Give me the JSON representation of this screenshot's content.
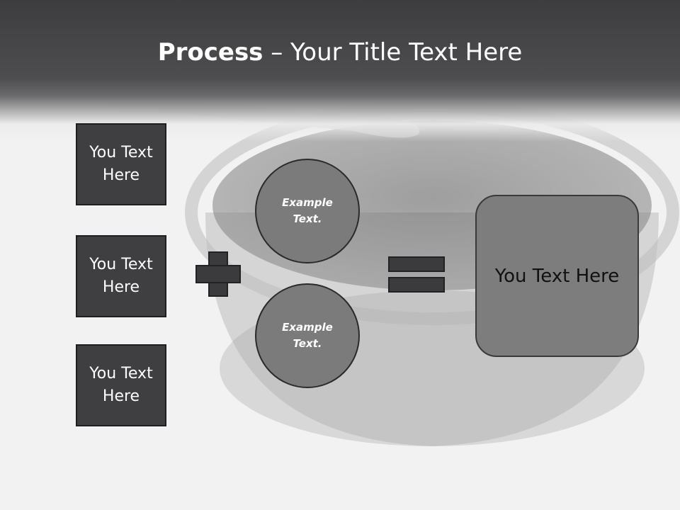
{
  "title": {
    "bold": "Process",
    "rest": " – Your Title Text Here"
  },
  "left_boxes": [
    {
      "label": "You Text Here"
    },
    {
      "label": "You Text Here"
    },
    {
      "label": "You Text Here"
    }
  ],
  "circles": [
    {
      "label": "Example Text."
    },
    {
      "label": "Example Text."
    }
  ],
  "result": {
    "label": "You Text Here"
  },
  "colors": {
    "title_band": "#4a4a4d",
    "dark_box": "#3f3f42",
    "circle_fill": "#7b7b7b",
    "result_fill": "#7d7d7d"
  },
  "icons": {
    "operator_1": "plus-icon",
    "operator_2": "equals-icon",
    "background": "caviar-jar-photo"
  }
}
